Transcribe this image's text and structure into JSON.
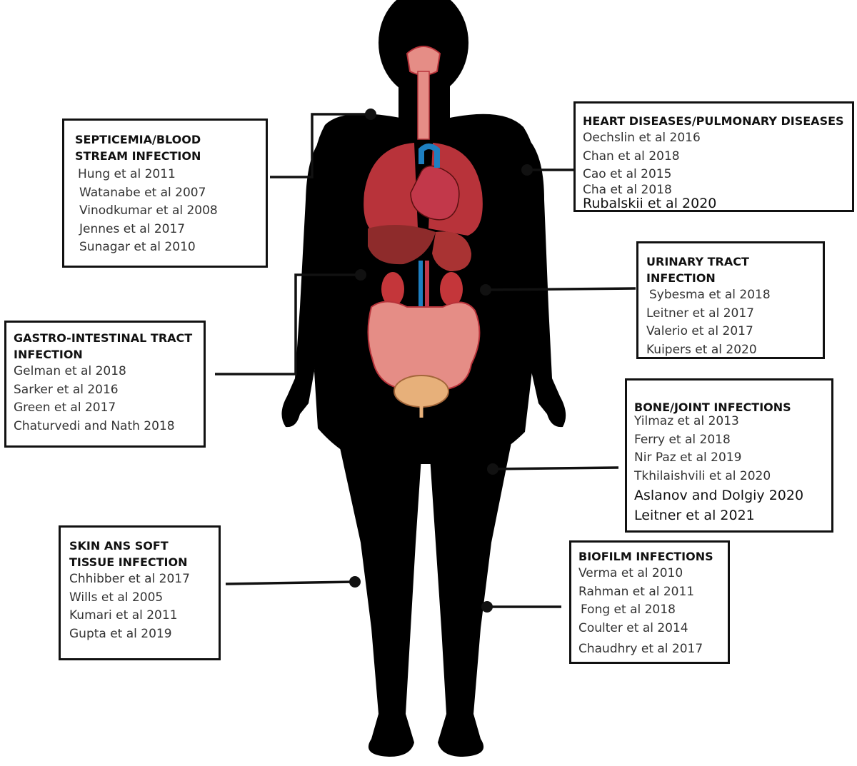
{
  "boxes": {
    "septicemia": {
      "title": "SEPTICEMIA/BLOOD STREAM INFECTION",
      "refs": [
        "Hung et al 2011",
        "Watanabe et al 2007",
        "Vinodkumar et al 2008",
        "Jennes et al 2017",
        "Sunagar et al 2010"
      ]
    },
    "heart": {
      "title": "HEART DISEASES/PULMONARY DISEASES",
      "refs": [
        "Oechslin et al 2016",
        "Chan et al 2018",
        "Cao et al 2015",
        "Cha et al 2018",
        "Rubalskii et al 2020"
      ]
    },
    "urinary": {
      "title": "URINARY TRACT INFECTION",
      "refs": [
        "Sybesma et al 2018",
        "Leitner et al 2017",
        "Valerio et al 2017",
        "Kuipers et al 2020"
      ]
    },
    "gastro": {
      "title": "GASTRO-INTESTINAL TRACT INFECTION",
      "refs": [
        "Gelman et al 2018",
        "Sarker et al 2016",
        "Green et al 2017",
        "Chaturvedi and Nath 2018"
      ]
    },
    "bone": {
      "title": "BONE/JOINT INFECTIONS",
      "refs": [
        "Yilmaz et al 2013",
        "Ferry et al 2018",
        "Nir Paz et al 2019",
        "Tkhilaishvili et al 2020",
        "Aslanov and Dolgiy 2020",
        "Leitner et al 2021"
      ]
    },
    "skin": {
      "title": "SKIN ANS SOFT TISSUE INFECTION",
      "refs": [
        "Chhibber et al 2017",
        "Wills et al 2005",
        "Kumari et al 2011",
        "Gupta et al 2019"
      ]
    },
    "biofilm": {
      "title": "BIOFILM INFECTIONS",
      "refs": [
        "Verma et al 2010",
        "Rahman et al 2011",
        "Fong et al 2018",
        "Coulter et al 2014",
        "Chaudhry et al 2017"
      ]
    }
  },
  "colors": {
    "body": "#000000",
    "organ_red": "#b8333a",
    "organ_pink": "#e58d86",
    "vessel_blue": "#1e7fc1",
    "connector": "#111111",
    "bladder": "#e7b07a"
  }
}
